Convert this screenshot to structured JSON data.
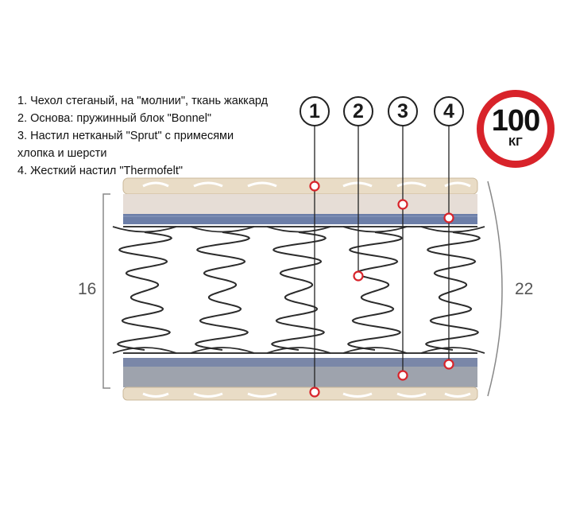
{
  "legend": {
    "items": [
      "1. Чехол стеганый, на \"молнии\", ткань жаккард",
      "2. Основа:  пружинный блок \"Bonnel\"",
      "3. Настил нетканый \"Sprut\" с примесями",
      "хлопка и шерсти",
      "4. Жесткий настил \"Thermofelt\""
    ]
  },
  "markers": [
    "1",
    "2",
    "3",
    "4"
  ],
  "badge": {
    "value": "100",
    "unit": "КГ",
    "ring_color": "#d8232a"
  },
  "dimensions": {
    "inner": "16",
    "outer": "22"
  },
  "colors": {
    "cover": "#e9dcc6",
    "cover_stitch": "#ffffff",
    "felt_top": "#e6ddd6",
    "thermofelt": "#6c7ea8",
    "felt_bottom": "#9ea3ad",
    "spring": "#2b2b2b",
    "dot": "#d8232a"
  }
}
